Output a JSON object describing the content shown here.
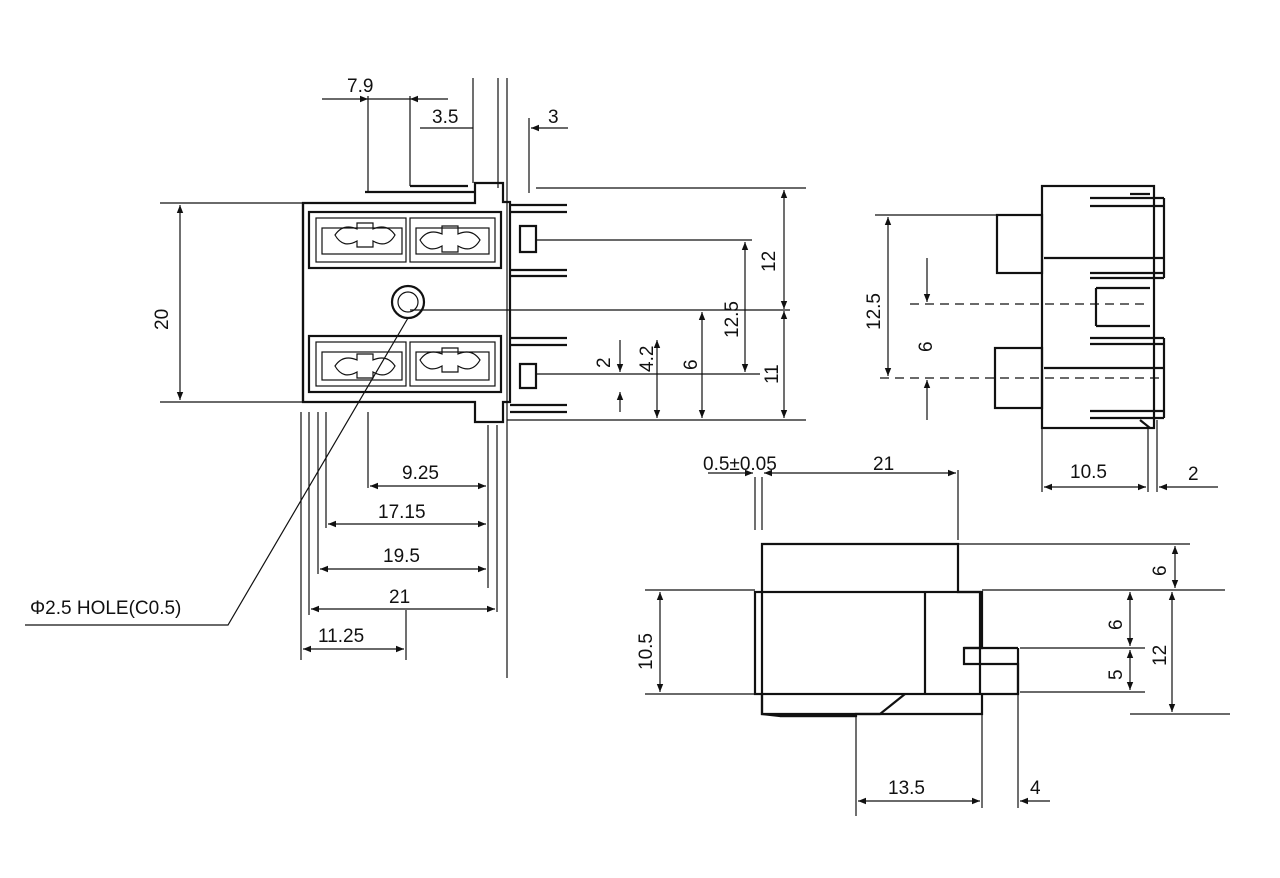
{
  "dimensions": {
    "d_7_9": "7.9",
    "d_3_5": "3.5",
    "d_3": "3",
    "d_20": "20",
    "d_12_right": "12",
    "d_12_5_mid": "12.5",
    "d_4_2": "4.2",
    "d_2_small": "2",
    "d_6_mid": "6",
    "d_11": "11",
    "d_9_25": "9.25",
    "d_17_15": "17.15",
    "d_19_5": "19.5",
    "d_21_front": "21",
    "d_11_25": "11.25",
    "d_12_5_side": "12.5",
    "d_6_side": "6",
    "d_10_5_side": "10.5",
    "d_2_side": "2",
    "d_tol": "0.5±0.05",
    "d_21_bottom": "21",
    "d_6_top_right": "6",
    "d_6_mid_right": "6",
    "d_5_right": "5",
    "d_12_bottom_right": "12",
    "d_10_5_bottom": "10.5",
    "d_13_5": "13.5",
    "d_4": "4"
  },
  "callouts": {
    "hole": "Φ2.5 HOLE(C0.5)"
  }
}
